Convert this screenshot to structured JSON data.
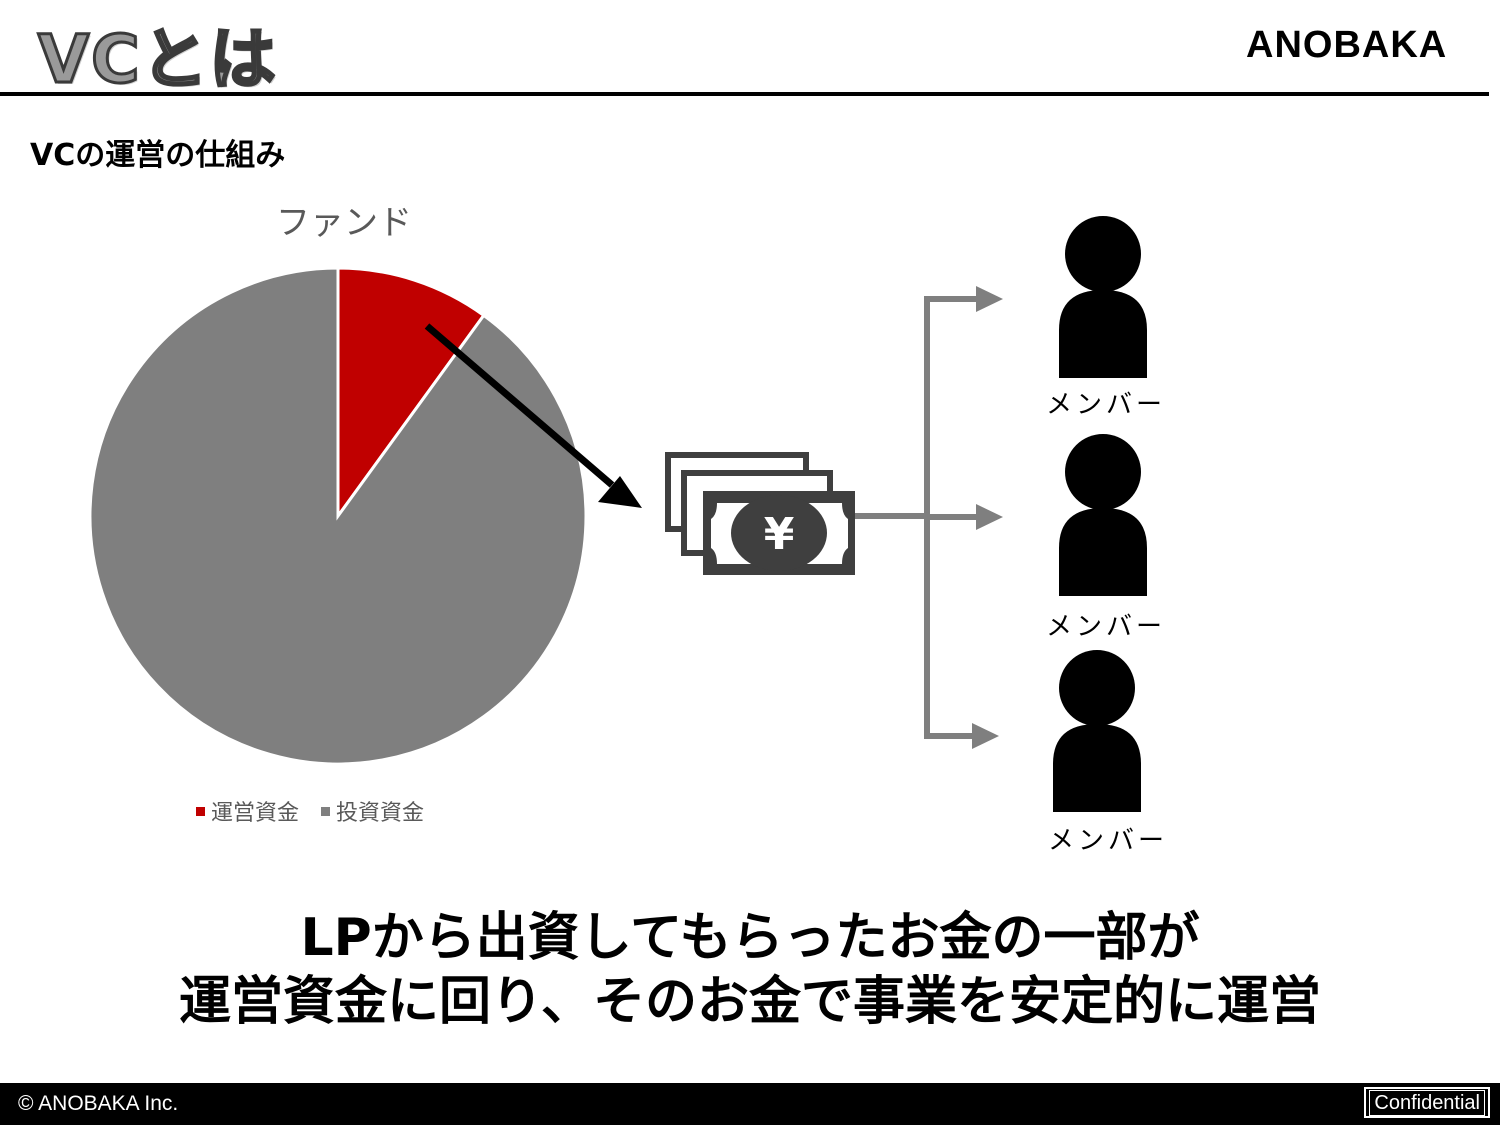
{
  "header": {
    "title": "VCとは",
    "brand": "ANOBAKA"
  },
  "section_title": "VCの運営の仕組み",
  "chart_data": {
    "type": "pie",
    "title": "ファンド",
    "categories": [
      "運営資金",
      "投資資金"
    ],
    "values": [
      10,
      90
    ],
    "colors": [
      "#c00000",
      "#7f7f7f"
    ],
    "legend_position": "bottom"
  },
  "diagram": {
    "members": [
      "メンバー",
      "メンバー",
      "メンバー"
    ],
    "money_icon": "yen-banknotes-icon",
    "money_symbol": "¥",
    "arrow_color": "#7f7f7f"
  },
  "summary": {
    "line1": "LPから出資してもらったお金の一部が",
    "line2": "運営資金に回り、そのお金で事業を安定的に運営"
  },
  "footer": {
    "copyright": "© ANOBAKA Inc.",
    "confidential": "Confidential"
  }
}
